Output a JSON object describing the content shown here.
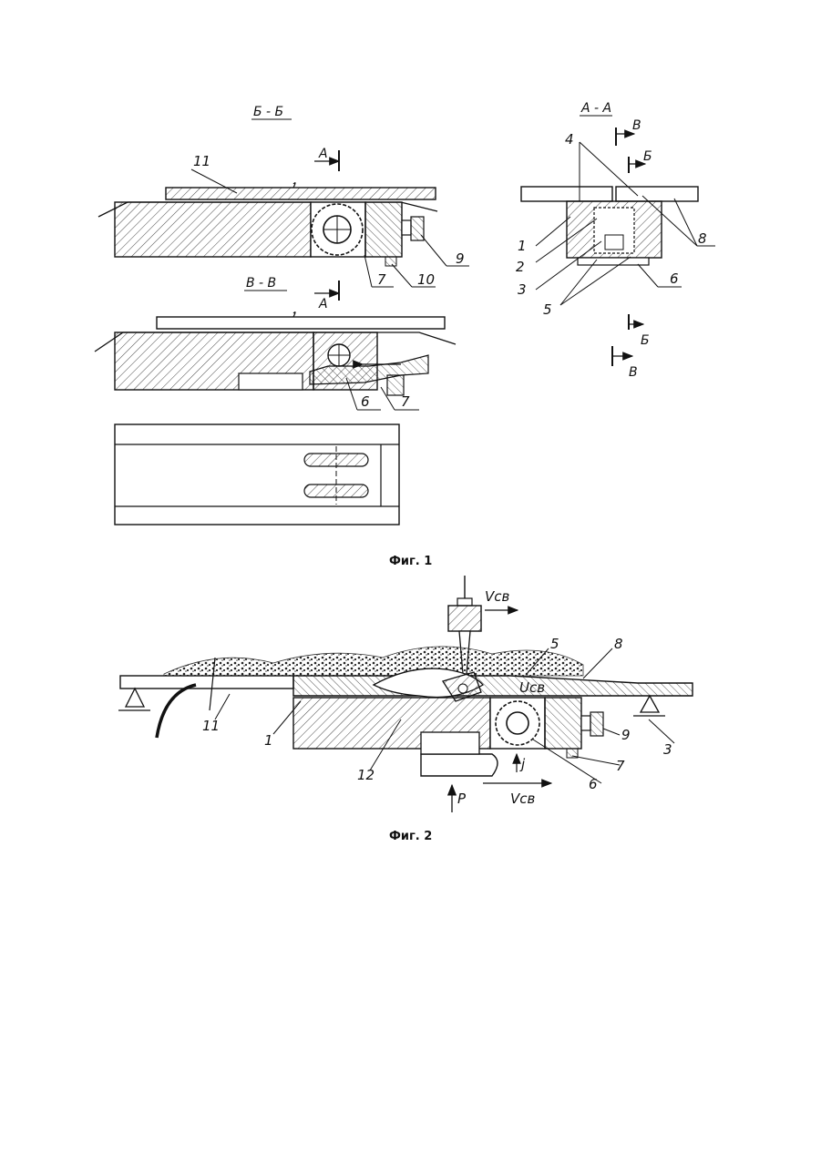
{
  "figure1": {
    "caption": "Фиг. 1",
    "sections": {
      "bb": "Б - Б",
      "vv": "В - В",
      "aa": "А - А"
    },
    "cut_marks": {
      "a_top": "А",
      "a_bottom": "А",
      "v_top": "В",
      "b_top": "Б",
      "b_bottom": "Б",
      "v_bottom": "В"
    },
    "labels_bb": [
      "11",
      "9",
      "7",
      "10"
    ],
    "labels_vv": [
      "6",
      "7"
    ],
    "labels_aa": [
      "4",
      "1",
      "2",
      "3",
      "5",
      "6",
      "8"
    ]
  },
  "figure2": {
    "caption": "Фиг. 2",
    "labels": [
      "5",
      "8",
      "11",
      "1",
      "12",
      "9",
      "3",
      "7",
      "6"
    ],
    "velocity_top": "Vсв",
    "velocity_bottom": "Vсв",
    "force": "P",
    "support_force": "j",
    "weld_label": "Uсв"
  }
}
